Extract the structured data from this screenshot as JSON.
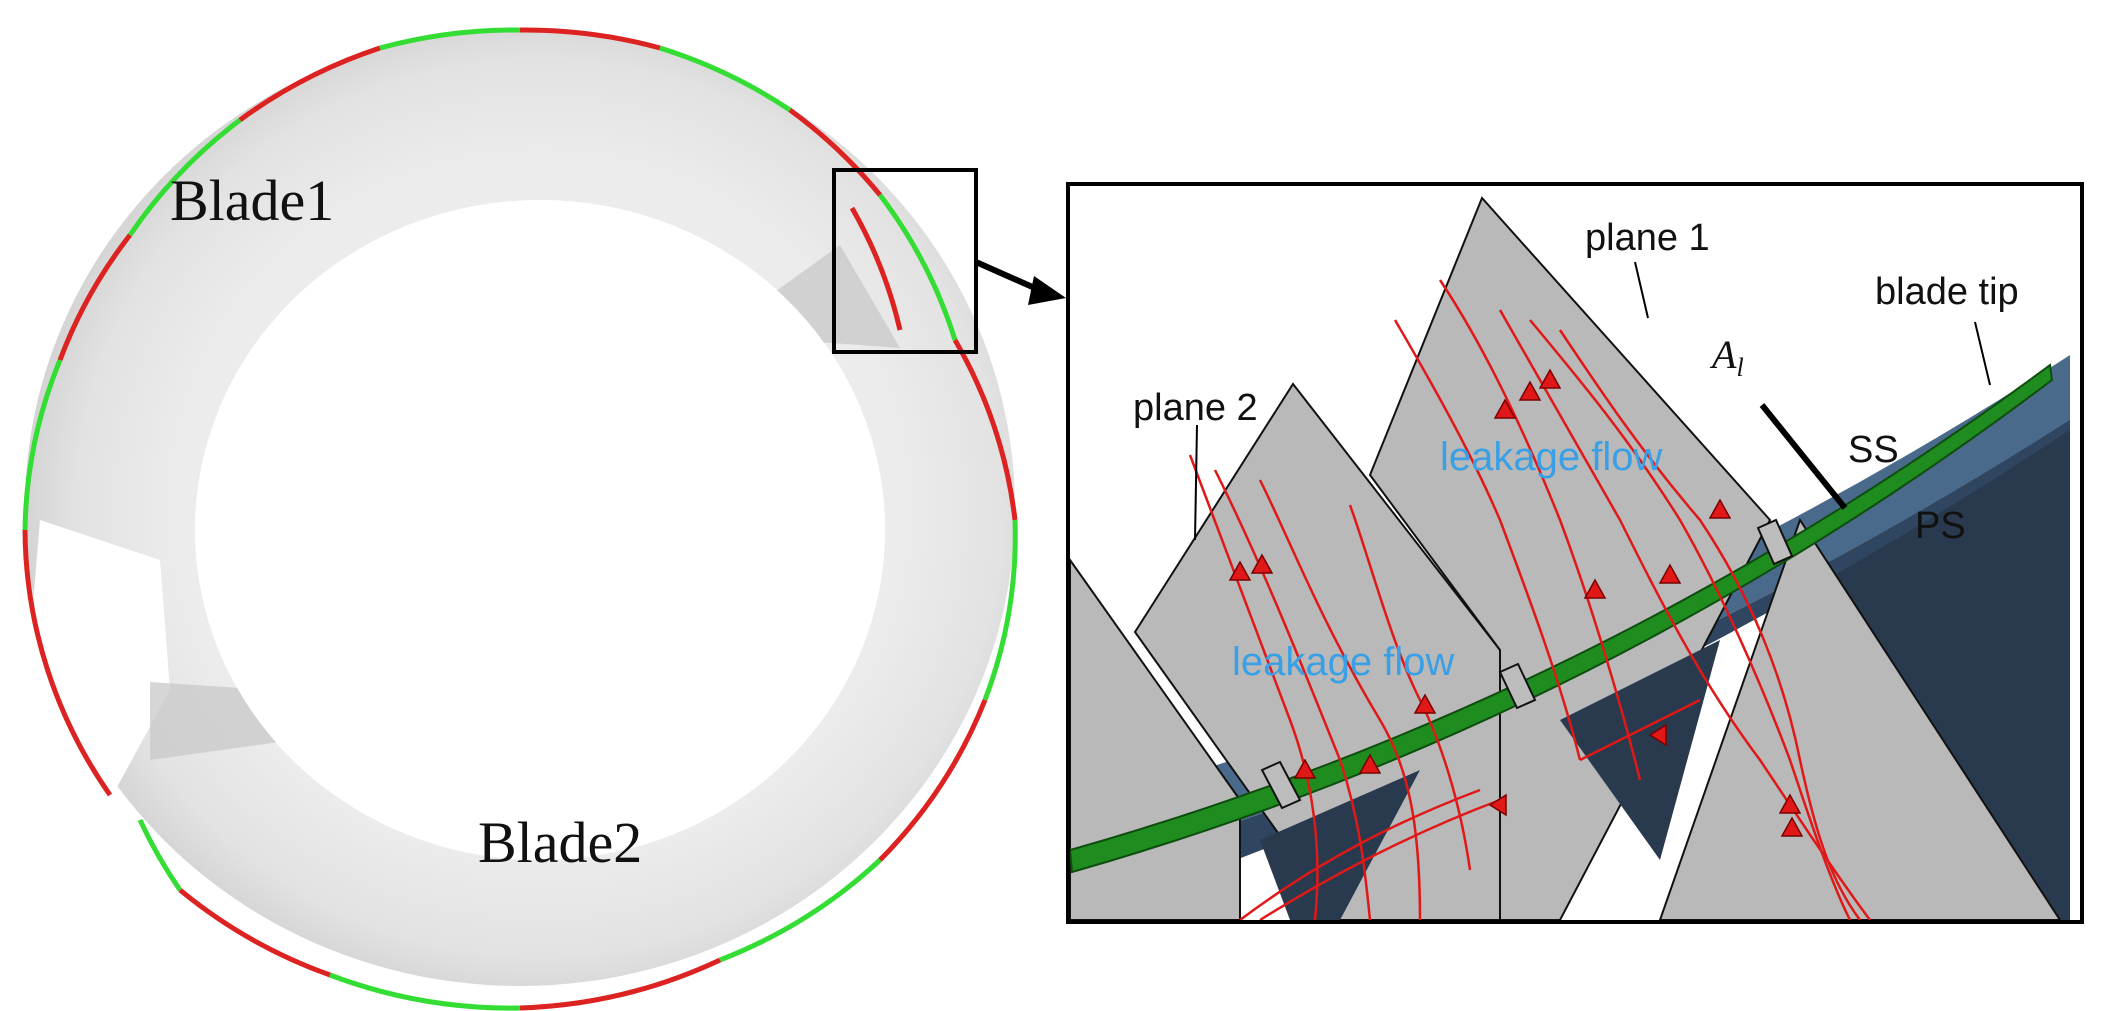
{
  "figure": {
    "left_panel": {
      "blade1_label": "Blade1",
      "blade2_label": "Blade2"
    },
    "detail_panel": {
      "plane1_label": "plane 1",
      "plane2_label": "plane 2",
      "blade_tip_label": "blade tip",
      "al_label": "A",
      "al_subscript": "l",
      "ss_label": "SS",
      "ps_label": "PS",
      "leakage_flow_upper": "leakage flow",
      "leakage_flow_lower": "leakage flow"
    },
    "colors": {
      "rim_green": "#33dd33",
      "rim_red": "#dd2222",
      "streamline_red": "#e01818",
      "leakage_text": "#3aa0e6",
      "blade_tip_green": "#1e8c1e",
      "casing_blue": "#4a6a8c",
      "dark_face": "#2a3a4e",
      "plane_gray": "#b9b9b9"
    }
  }
}
